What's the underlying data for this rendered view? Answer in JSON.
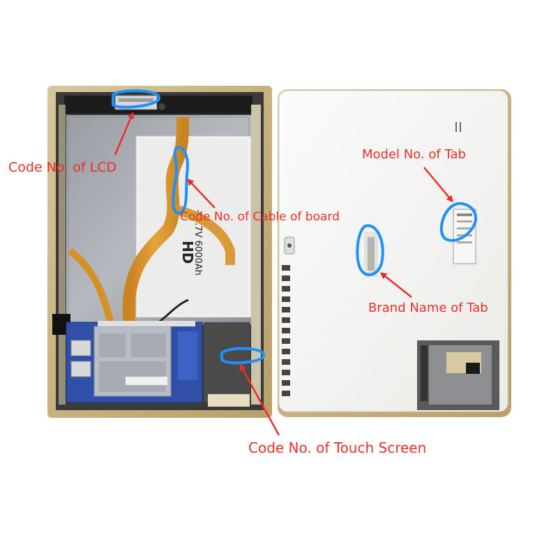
{
  "annotations": {
    "lcd": "Code No. of LCD",
    "cable": "Code No. of Cable of board",
    "model": "Model No. of Tab",
    "brand": "Brand Name of Tab",
    "touch": "Code No. of Touch Screen"
  },
  "battery_print": {
    "line1": "HD",
    "line2": "+3.7V 6000Ah"
  },
  "colors": {
    "annotation_text": "#e8302a",
    "arrow": "#e8302a",
    "highlight": "#1e90ff",
    "frame_gold": "#cdb98a",
    "back_cover": "#f3f3f1",
    "pcb_blue": "#2f4fa8",
    "flex_cable": "#d9932a"
  }
}
